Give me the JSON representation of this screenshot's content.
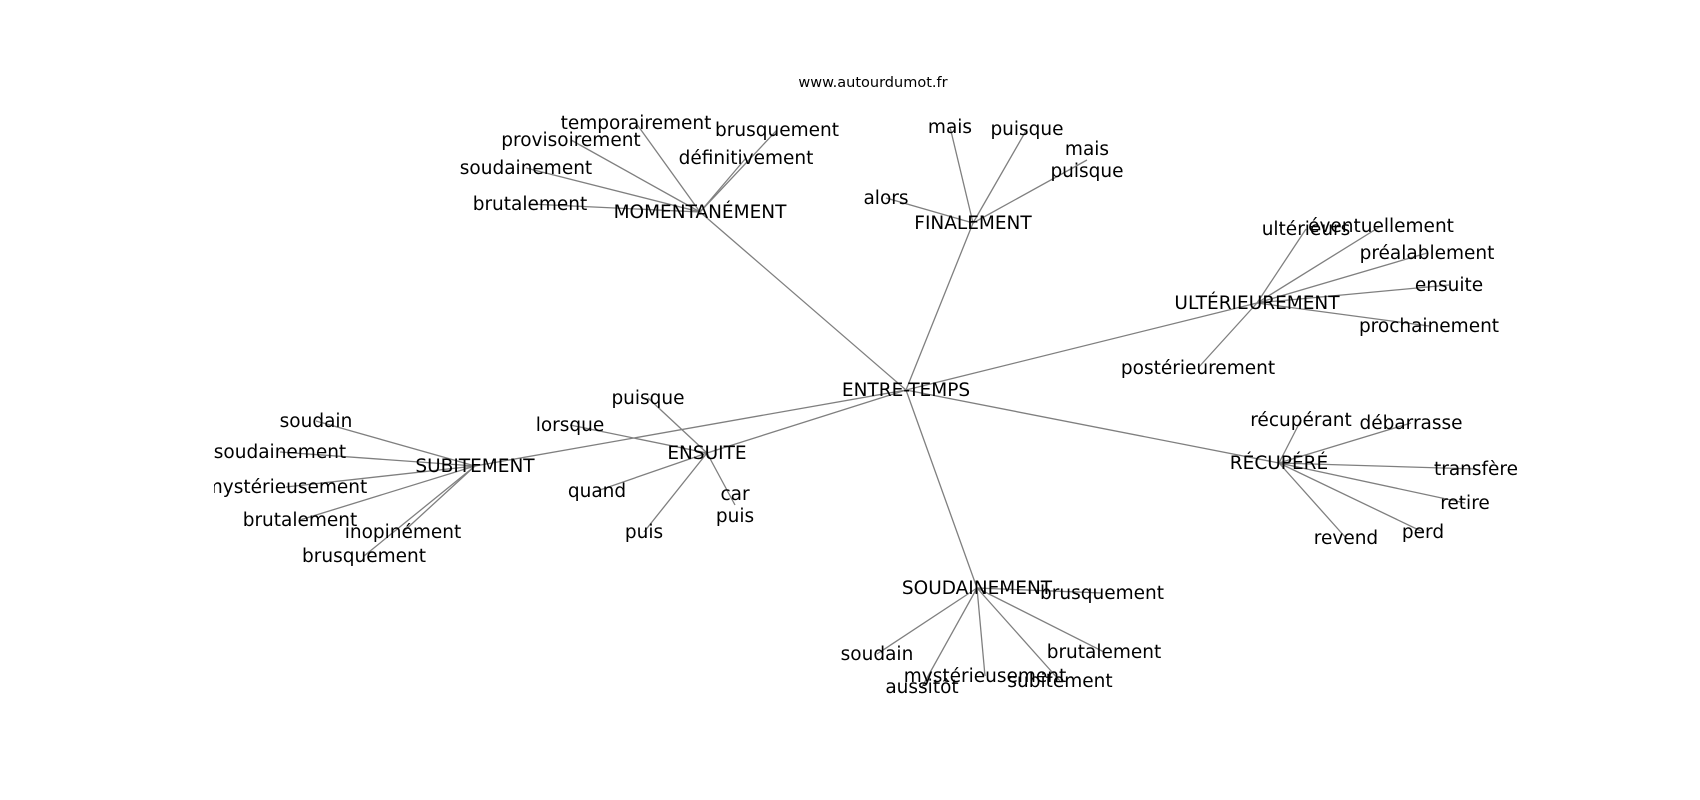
{
  "site": "www.autourdumot.fr",
  "colors": {
    "edge": "#808080",
    "text": "#000000",
    "background": "#ffffff"
  },
  "graph": {
    "center": "ENTRE-TEMPS",
    "hubs": [
      {
        "label": "MOMENTANÉMENT",
        "leaves": [
          "temporairement",
          "provisoirement",
          "brusquement",
          "définitivement",
          "soudainement",
          "brutalement"
        ]
      },
      {
        "label": "FINALEMENT",
        "leaves": [
          "mais",
          "puisque",
          "mais\npuisque",
          "alors"
        ]
      },
      {
        "label": "ULTÉRIEUREMENT",
        "leaves": [
          "ultérieurs",
          "éventuellement",
          "préalablement",
          "ensuite",
          "prochainement",
          "postérieurement"
        ]
      },
      {
        "label": "RÉCUPÉRÉ",
        "leaves": [
          "récupérant",
          "débarrasse",
          "transfère",
          "retire",
          "perd",
          "revend"
        ]
      },
      {
        "label": "SOUDAINEMENT",
        "leaves": [
          "brusquement",
          "soudain",
          "brutalement",
          "mystérieusement",
          "subitement",
          "aussitôt"
        ]
      },
      {
        "label": "ENSUITE",
        "leaves": [
          "puisque",
          "lorsque",
          "quand",
          "puis",
          "car\npuis"
        ]
      },
      {
        "label": "SUBITEMENT",
        "leaves": [
          "soudain",
          "soudainement",
          "mystérieusement",
          "brutalement",
          "inopinément",
          "brusquement"
        ]
      }
    ]
  }
}
